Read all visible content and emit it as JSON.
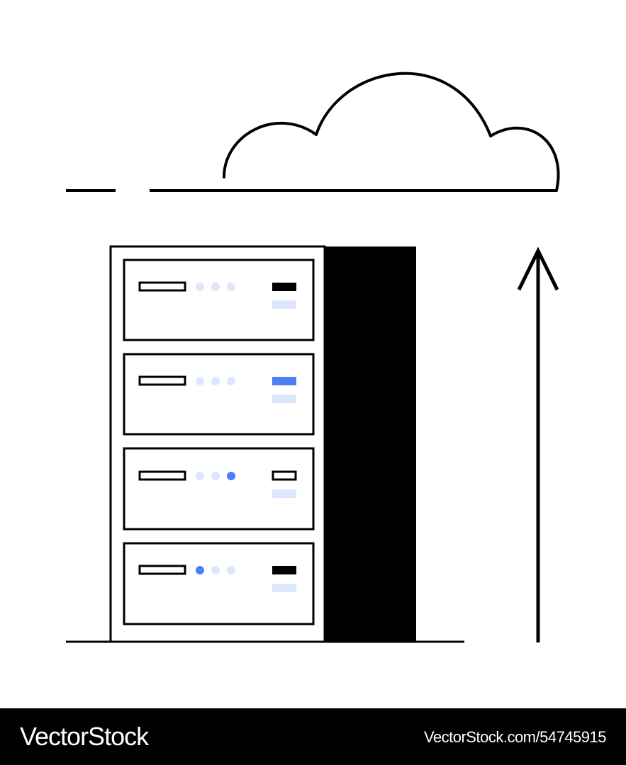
{
  "footer": {
    "brand": "VectorStock",
    "image_id": "VectorStock.com/54745915"
  },
  "colors": {
    "stroke": "#000000",
    "background": "#ffffff",
    "accent_blue": "#4a7ff5",
    "light_blue": "#dde7fb"
  },
  "illustration": {
    "server_units": [
      {
        "status_dots": [
          "light",
          "light",
          "light"
        ],
        "indicator": "black-bar"
      },
      {
        "status_dots": [
          "light",
          "light",
          "light"
        ],
        "indicator": "blue-bar"
      },
      {
        "status_dots": [
          "light",
          "light",
          "blue"
        ],
        "indicator": "outline-bar"
      },
      {
        "status_dots": [
          "blue",
          "light",
          "light"
        ],
        "indicator": "black-bar"
      }
    ],
    "icons": [
      "cloud-icon",
      "server-rack-icon",
      "arrow-up-icon"
    ]
  }
}
